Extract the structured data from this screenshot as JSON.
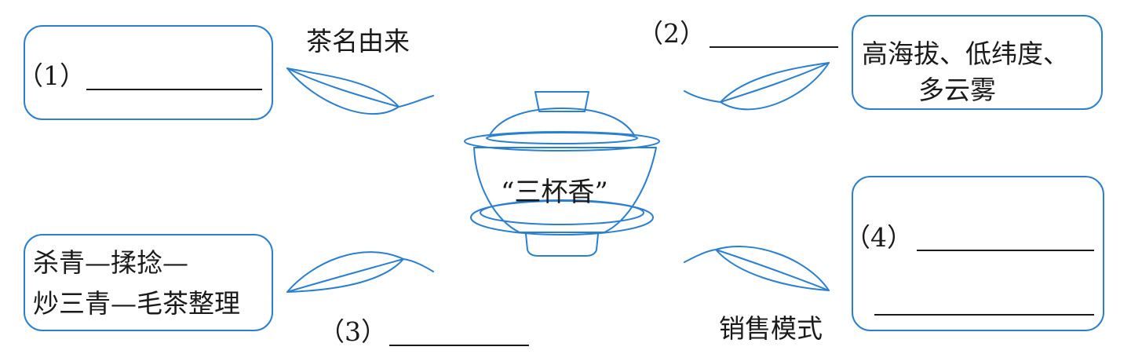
{
  "center": {
    "title": "“三杯香”"
  },
  "branches": {
    "name_origin": {
      "label": "茶名由来",
      "blank_number": "（1）"
    },
    "environment": {
      "blank_number": "（2）",
      "box_text_line1": "高海拔、低纬度、",
      "box_text_line2": "多云雾"
    },
    "process": {
      "box_text_line1": "杀青—揉捻—",
      "box_text_line2": "炒三青—毛茶整理",
      "blank_number": "（3）"
    },
    "sales": {
      "label": "销售模式",
      "blank_number": "（4）"
    }
  },
  "colors": {
    "outline": "#2b7fd0",
    "text": "#1a1a1a",
    "background": "#ffffff"
  }
}
